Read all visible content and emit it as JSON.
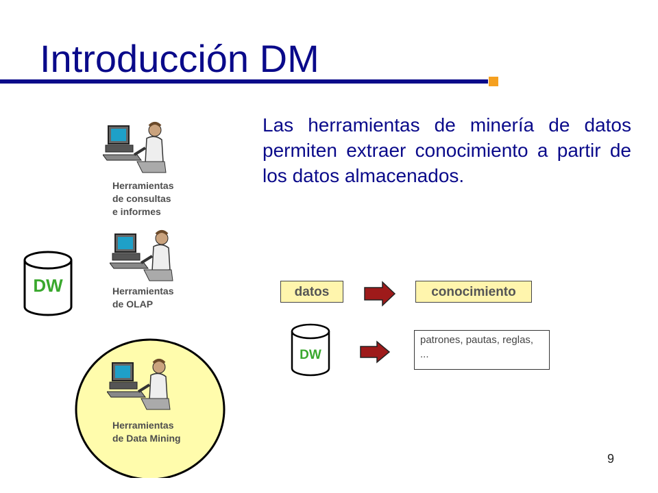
{
  "slide": {
    "title": "Introducción DM",
    "intro_text": "Las herramientas de minería de datos permiten extraer conocimiento a partir de los datos almacenados.",
    "page_number": "9",
    "colors": {
      "title": "#0a0a8a",
      "accent": "#f5a020",
      "tag_fill": "#fff5ad",
      "dw_text": "#3aa82e",
      "arrow": "#9e1a1a"
    }
  },
  "left_diagram": {
    "dw_label": "DW",
    "tools": [
      {
        "label": "Herramientas\nde consultas\ne informes",
        "icon": "computer-user-icon"
      },
      {
        "label": "Herramientas\nde OLAP",
        "icon": "computer-user-icon"
      },
      {
        "label": "Herramientas\nde Data Mining",
        "icon": "computer-user-icon"
      }
    ]
  },
  "right_diagram": {
    "input_tag": "datos",
    "output_tag": "conocimiento",
    "dw_label": "DW",
    "result_text": "patrones, pautas, reglas, ..."
  }
}
